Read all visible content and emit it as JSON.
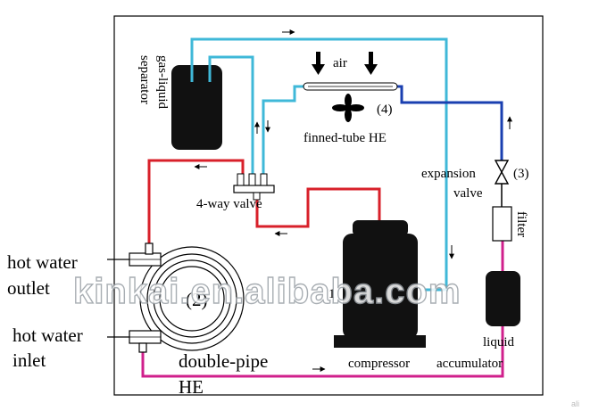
{
  "labels": {
    "hot_water_outlet_1": "hot water",
    "hot_water_outlet_2": "outlet",
    "hot_water_inlet_1": "hot water",
    "hot_water_inlet_2": "inlet",
    "gas_liquid_1": "gas-liquid",
    "gas_liquid_2": "separator",
    "air": "air",
    "num_4": "(4)",
    "finned_tube_he": "finned-tube HE",
    "expansion": "expansion",
    "valve": "valve",
    "num_3": "(3)",
    "filter": "filter",
    "four_way_valve": "4-way valve",
    "num_1": "1",
    "num_2": "(2)",
    "double_pipe": "double-pipe",
    "he": "HE",
    "compressor": "compressor",
    "liquid": "liquid",
    "accumulator": "accumulator"
  },
  "watermark": "kinkai.en.alibaba.com",
  "corner_mark": "ali",
  "colors": {
    "refrigerant_gas_cyan": "#3fb8d8",
    "refrigerant_liquid_blue": "#1a3fb0",
    "hot_discharge_red": "#d8202a",
    "water_magenta": "#d0208c",
    "component_black": "#111111"
  }
}
